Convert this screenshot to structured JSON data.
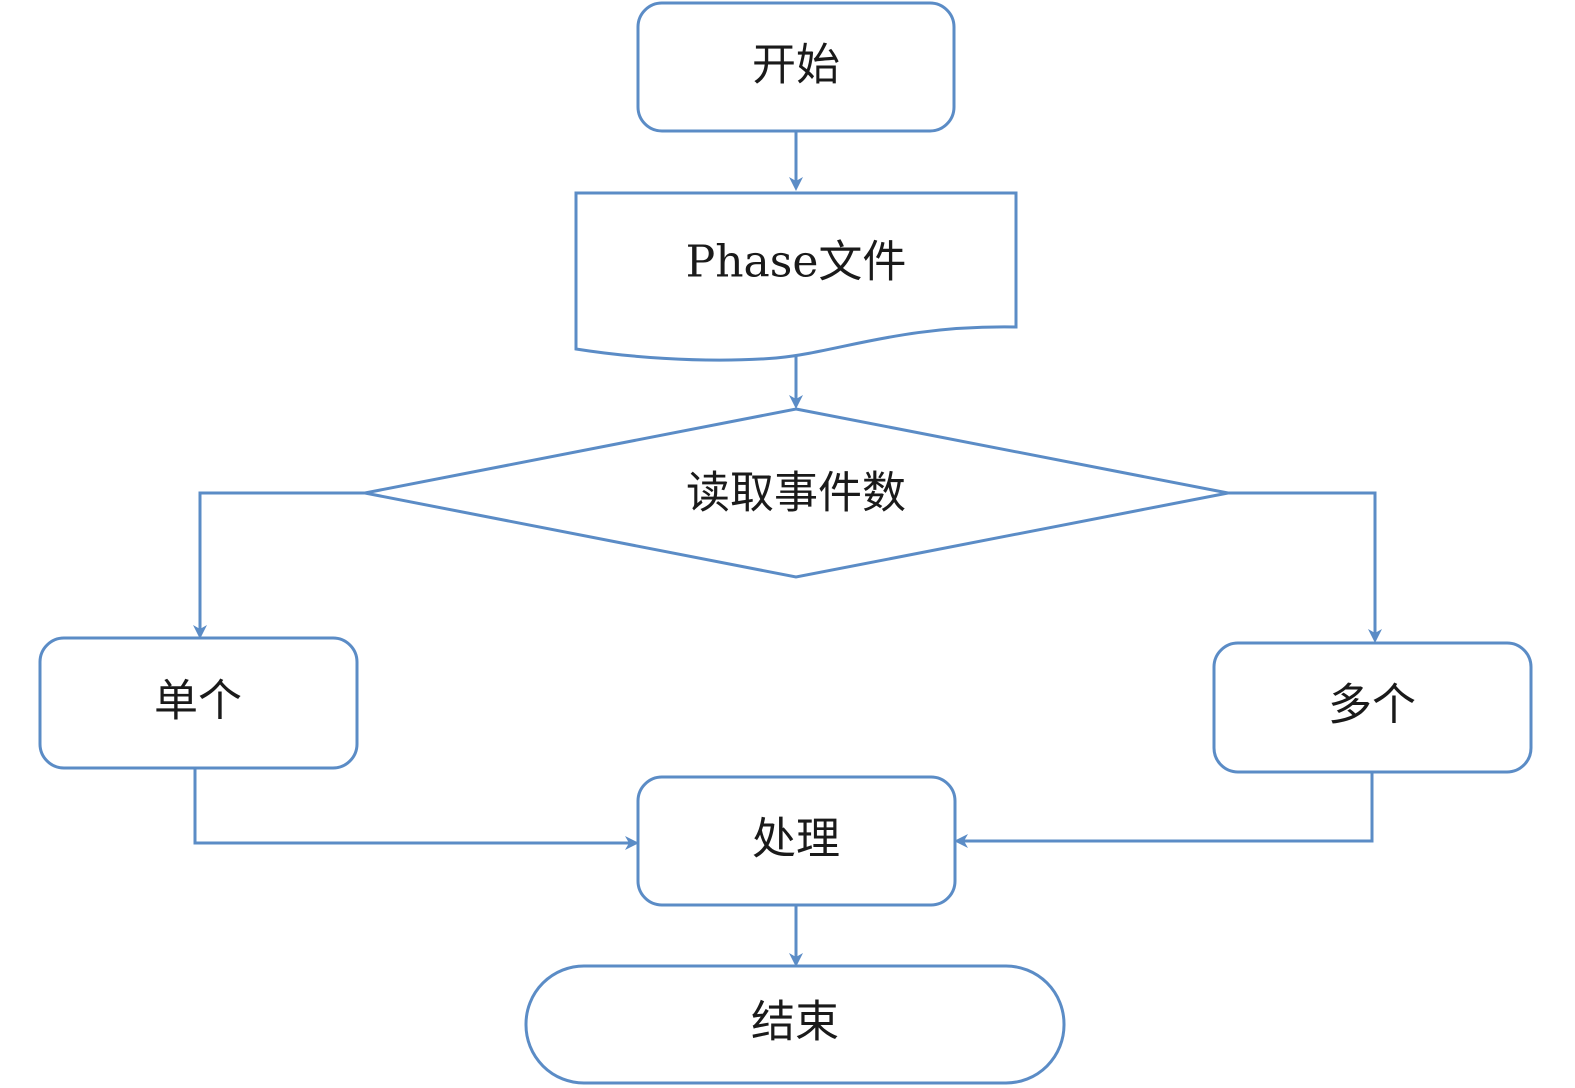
{
  "diagram": {
    "type": "flowchart",
    "colors": {
      "stroke": "#5b8cc6",
      "fill": "#ffffff",
      "text": "#1a1a1a"
    },
    "nodes": {
      "start": {
        "label": "开始",
        "shape": "rounded-rectangle"
      },
      "file": {
        "label": "Phase文件",
        "shape": "document"
      },
      "decision": {
        "label": "读取事件数",
        "shape": "diamond"
      },
      "single": {
        "label": "单个",
        "shape": "rounded-rectangle"
      },
      "multiple": {
        "label": "多个",
        "shape": "rounded-rectangle"
      },
      "process": {
        "label": "处理",
        "shape": "rounded-rectangle"
      },
      "end": {
        "label": "结束",
        "shape": "terminator"
      }
    },
    "edges": [
      {
        "from": "start",
        "to": "file"
      },
      {
        "from": "file",
        "to": "decision"
      },
      {
        "from": "decision",
        "to": "single"
      },
      {
        "from": "decision",
        "to": "multiple"
      },
      {
        "from": "single",
        "to": "process"
      },
      {
        "from": "multiple",
        "to": "process"
      },
      {
        "from": "process",
        "to": "end"
      }
    ]
  }
}
